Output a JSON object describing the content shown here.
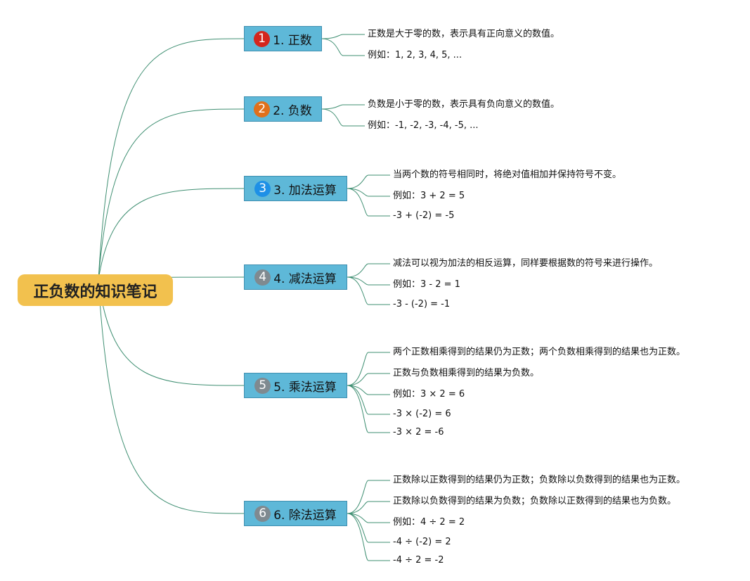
{
  "root": {
    "label": "正负数的知识笔记"
  },
  "topics": [
    {
      "number": "1",
      "label": "1. 正数",
      "badge_color": "#d4261d",
      "details": [
        "正数是大于零的数，表示具有正向意义的数值。",
        "例如：1, 2, 3, 4, 5, ..."
      ]
    },
    {
      "number": "2",
      "label": "2. 负数",
      "badge_color": "#e0701b",
      "details": [
        "负数是小于零的数，表示具有负向意义的数值。",
        "例如：-1, -2, -3, -4, -5, ..."
      ]
    },
    {
      "number": "3",
      "label": "3. 加法运算",
      "badge_color": "#1e90e6",
      "details": [
        "当两个数的符号相同时，将绝对值相加并保持符号不变。",
        "例如：3 + 2 = 5",
        "-3 + (-2) = -5"
      ]
    },
    {
      "number": "4",
      "label": "4. 减法运算",
      "badge_color": "#7f8a90",
      "details": [
        "减法可以视为加法的相反运算，同样要根据数的符号来进行操作。",
        "例如：3 - 2 = 1",
        "-3 - (-2) = -1"
      ]
    },
    {
      "number": "5",
      "label": "5. 乘法运算",
      "badge_color": "#7f8a90",
      "details": [
        "两个正数相乘得到的结果仍为正数；两个负数相乘得到的结果也为正数。",
        "正数与负数相乘得到的结果为负数。",
        "例如：3 × 2 = 6",
        "-3 × (-2) = 6",
        "-3 × 2 = -6"
      ]
    },
    {
      "number": "6",
      "label": "6. 除法运算",
      "badge_color": "#7f8a90",
      "details": [
        "正数除以正数得到的结果仍为正数；负数除以负数得到的结果也为正数。",
        "正数除以负数得到的结果为负数；负数除以正数得到的结果也为负数。",
        "例如：4 ÷ 2 = 2",
        "-4 ÷ (-2) = 2",
        "-4 ÷ 2 = -2"
      ]
    }
  ],
  "colors": {
    "root": "#f2c14e",
    "topic": "#5eb8d8",
    "connector": "#3f8f72"
  }
}
